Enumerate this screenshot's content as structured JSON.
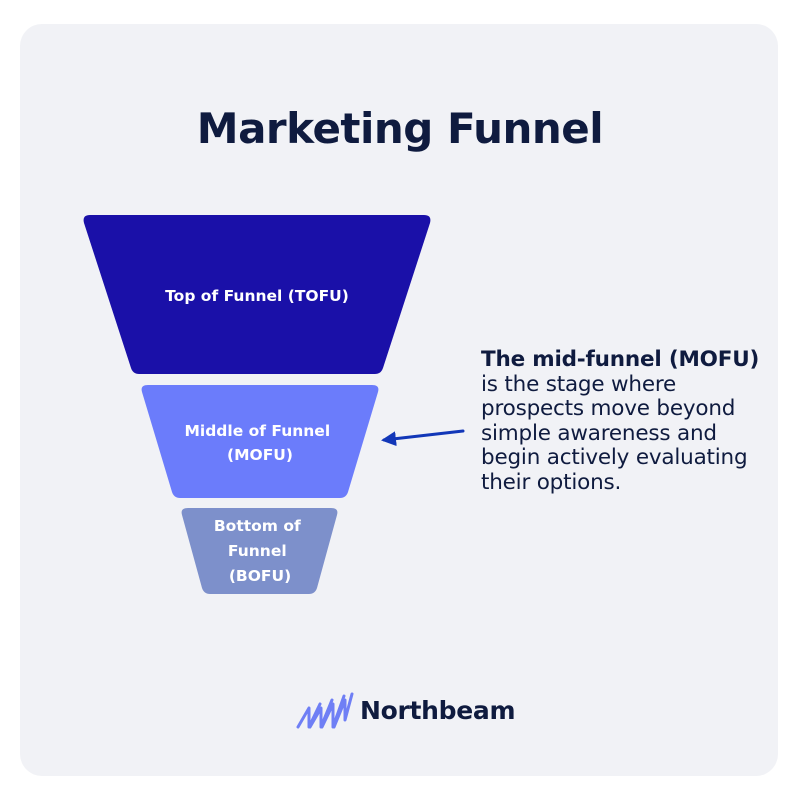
{
  "title": "Marketing Funnel",
  "stages": [
    {
      "lines": [
        "Top of Funnel (TOFU)"
      ],
      "color": "#1a10a8"
    },
    {
      "lines": [
        "Middle of Funnel",
        "(MOFU)"
      ],
      "color": "#6b7cfb"
    },
    {
      "lines": [
        "Bottom of",
        "Funnel",
        "(BOFU)"
      ],
      "color": "#7d90cb"
    }
  ],
  "callout": {
    "lead": "The mid-funnel (MOFU)",
    "body": " is the stage where prospects move beyond simple awareness and begin actively evaluating their options."
  },
  "arrow_color": "#1237b8",
  "brand": {
    "name": "Northbeam",
    "mark_color": "#6f7ff5",
    "text_color": "#0f1b3f"
  },
  "colors": {
    "background": "#f1f2f6",
    "title": "#0f1b3f"
  }
}
